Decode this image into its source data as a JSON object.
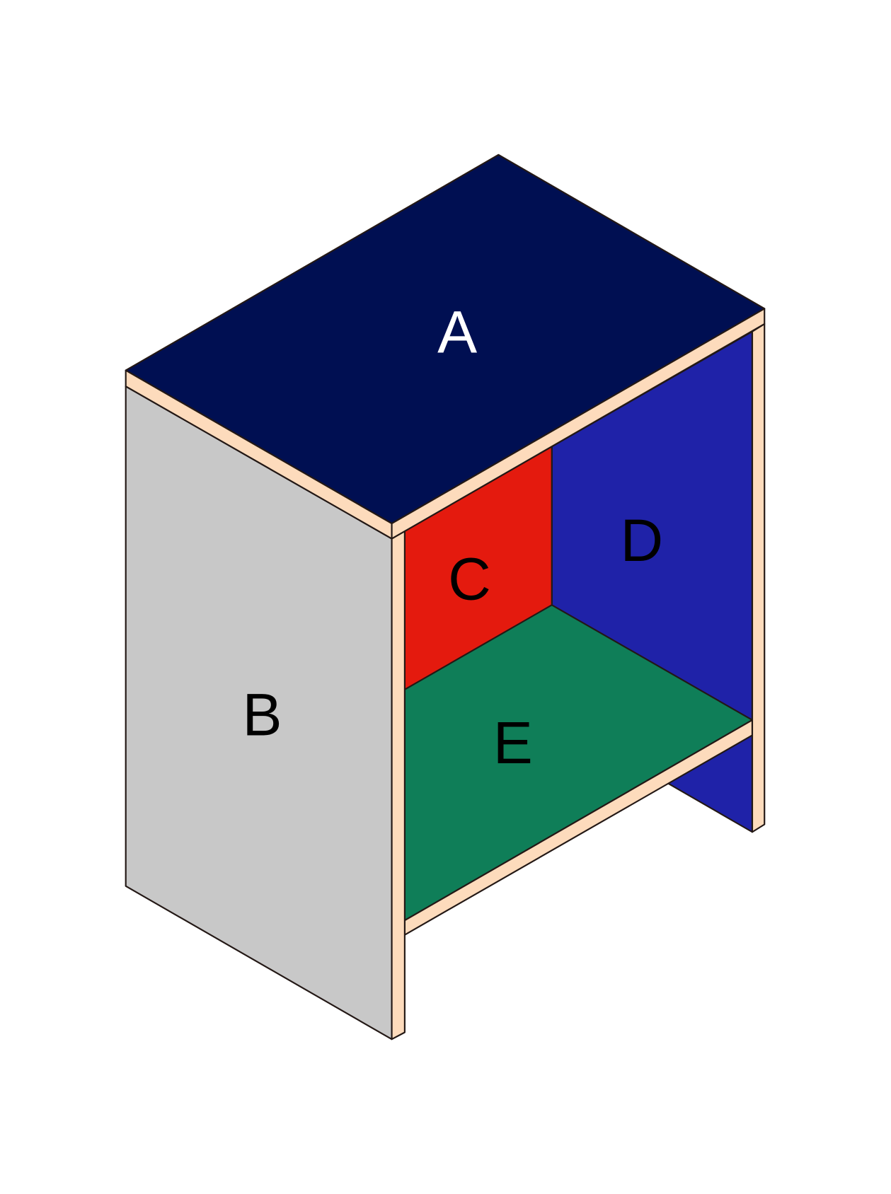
{
  "diagram": {
    "labels": {
      "top": "A",
      "side": "B",
      "left_inner": "C",
      "back": "D",
      "shelf": "E"
    },
    "colors": {
      "top": "#000F52",
      "side": "#C8C8C8",
      "left_inner": "#E41A0E",
      "back": "#1F22A8",
      "shelf": "#0F7E58",
      "edge_band": "#FDDBBC",
      "outline": "#231815"
    }
  }
}
